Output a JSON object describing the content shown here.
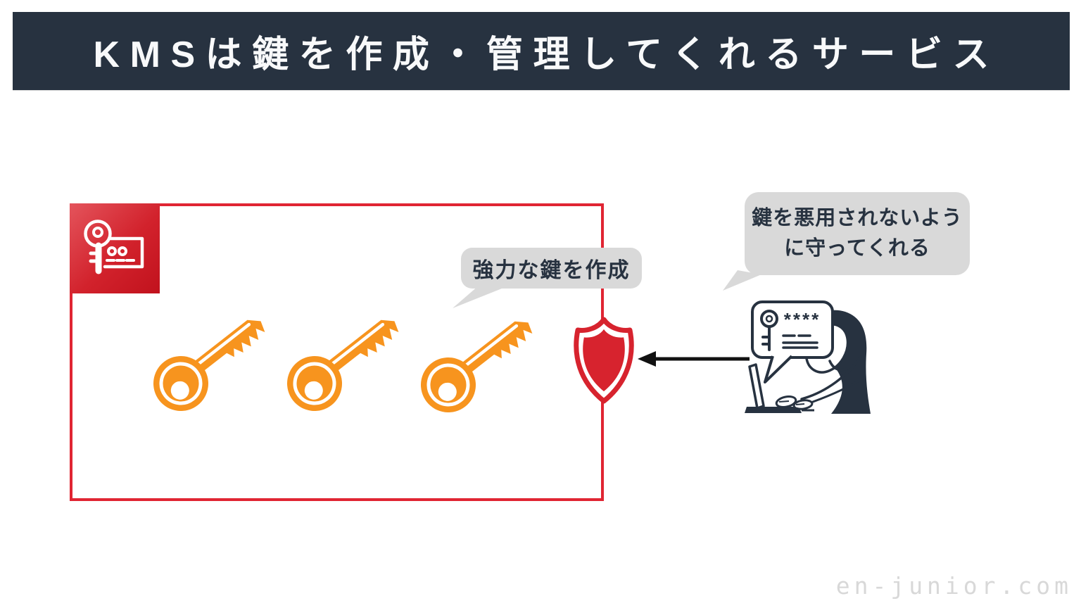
{
  "banner": {
    "title": "KMSは鍵を作成・管理してくれるサービス"
  },
  "kms_box": {
    "icon": "aws-kms-service-icon",
    "create_bubble_text": "強力な鍵を作成",
    "key_count": 3
  },
  "protect_bubble": {
    "line1": "鍵を悪用されないよう",
    "line2": "に守ってくれる"
  },
  "person": {
    "password_mask": "****"
  },
  "watermark": "en-junior.com",
  "colors": {
    "banner_navy": "#273240",
    "text_navy": "#273240",
    "box_border_red": "#e02533",
    "shield_red": "#d7232e",
    "key_orange": "#f7941e",
    "kms_icon_gradient_start": "#e4545c",
    "kms_icon_gradient_end": "#c1121d",
    "bubble_gray": "#d9d9d9",
    "watermark_gray": "#d8d8d8"
  }
}
